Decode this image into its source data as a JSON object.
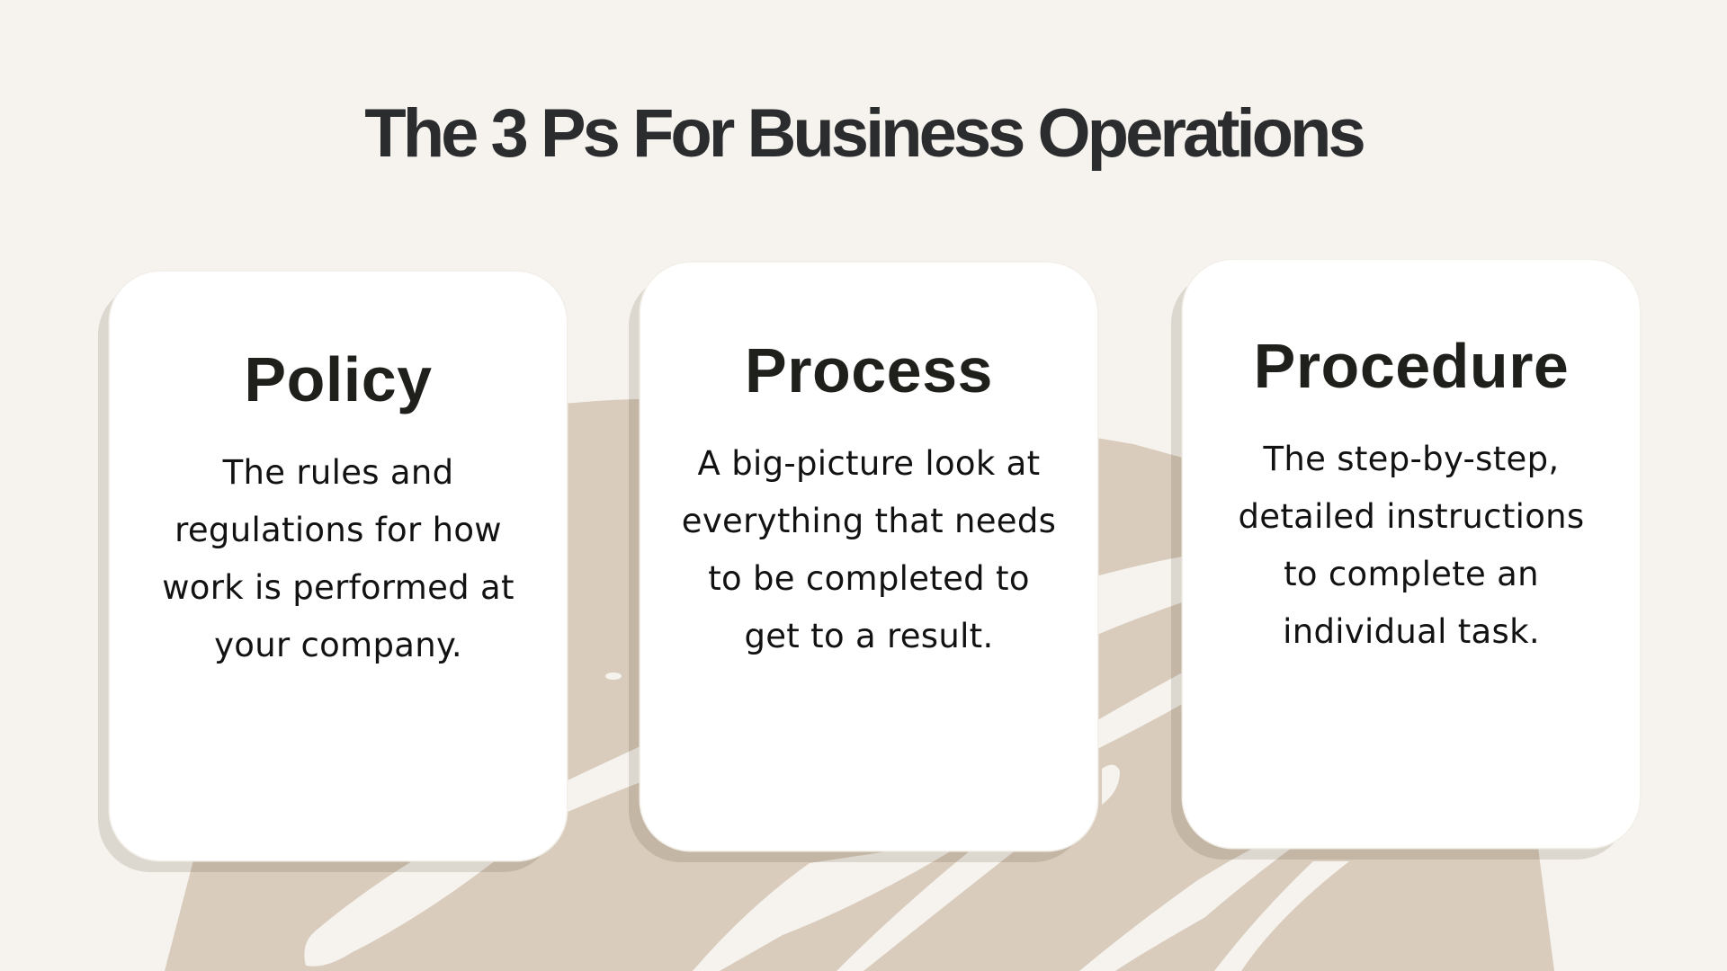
{
  "slide": {
    "title": "The 3 Ps For Business Operations",
    "colors": {
      "background": "#f6f3ef",
      "accent_shape": "#d9ccbc",
      "card": "#ffffff",
      "title_text": "#2b2c2e",
      "card_text": "#1f201c"
    }
  },
  "cards": [
    {
      "heading": "Policy",
      "body_lines": [
        "The rules and",
        "regulations for how",
        "work is performed at",
        "your company."
      ]
    },
    {
      "heading": "Process",
      "body_lines": [
        "A big-picture look at",
        "everything that needs",
        "to be completed to",
        "get to a result."
      ]
    },
    {
      "heading": "Procedure",
      "body_lines": [
        "The step-by-step,",
        "detailed instructions",
        "to complete an",
        "individual task."
      ]
    }
  ]
}
